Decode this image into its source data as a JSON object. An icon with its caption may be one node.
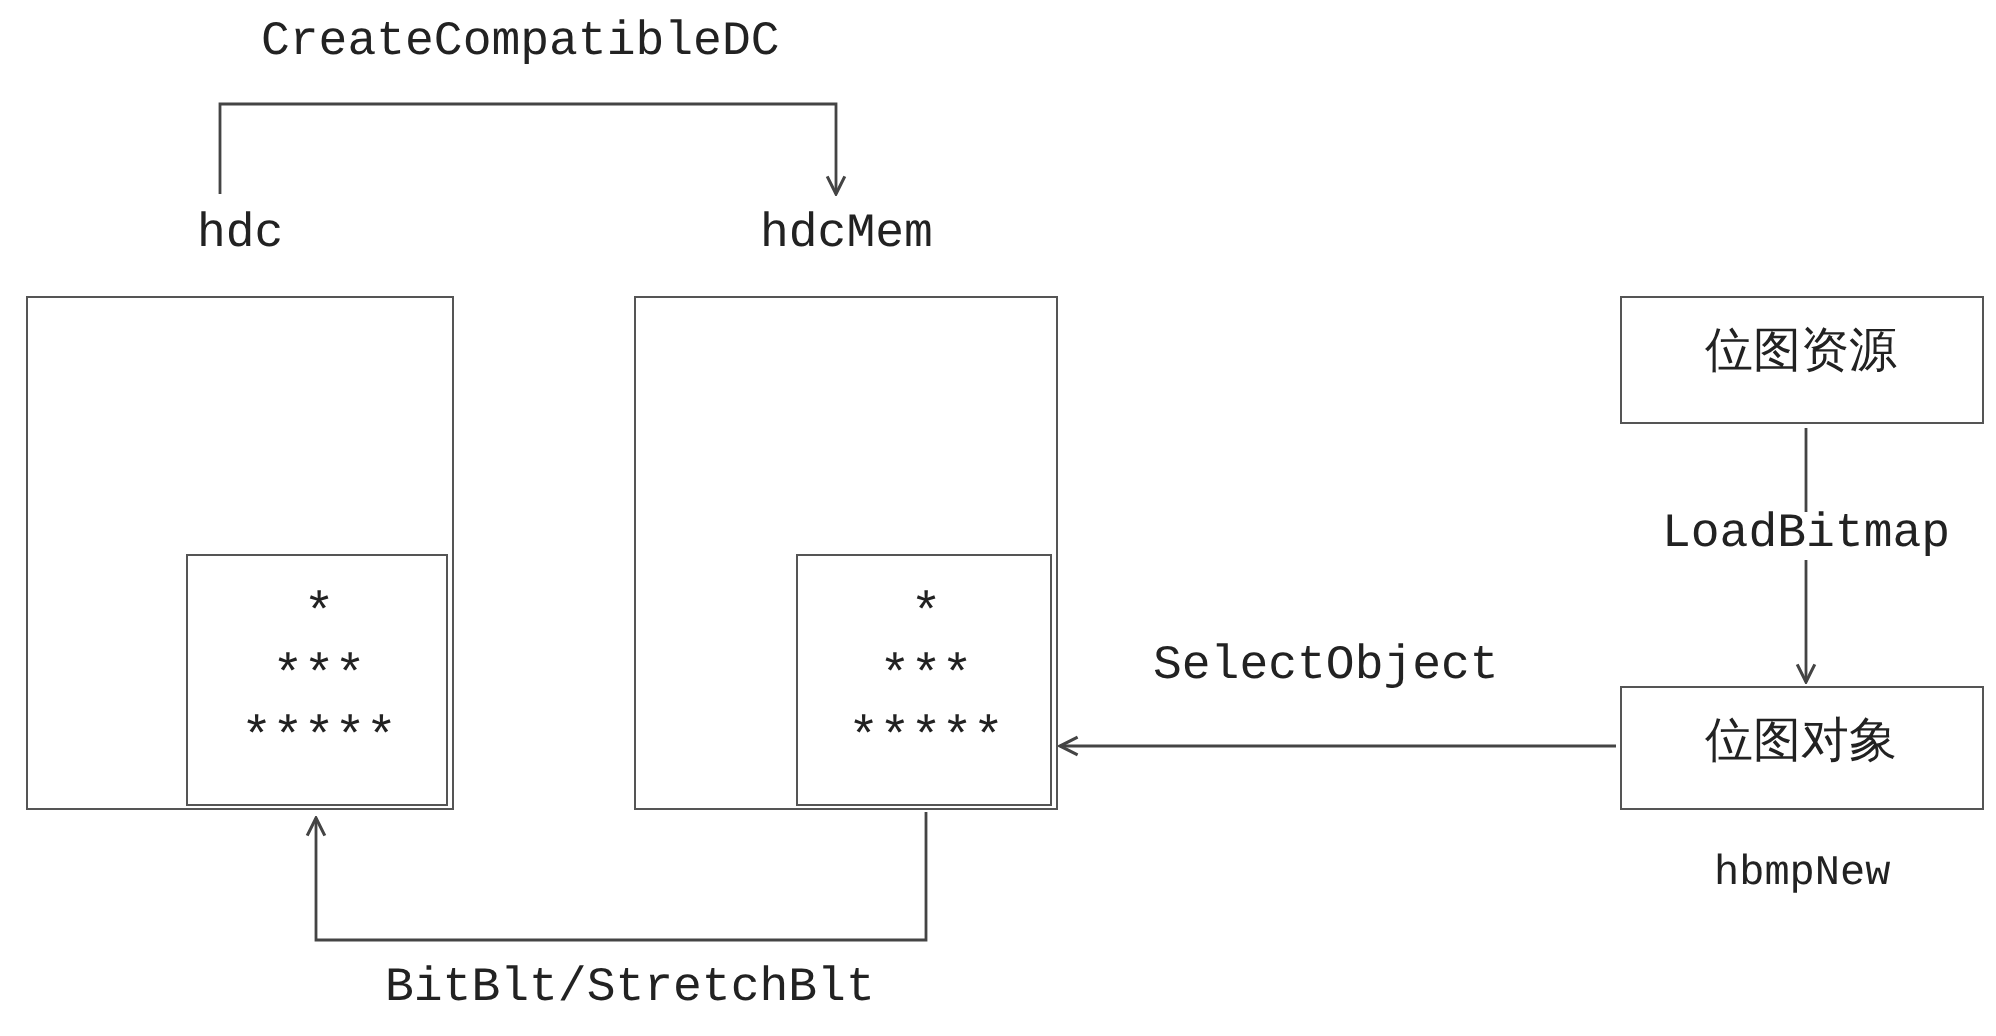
{
  "diagram": {
    "nodes": [
      {
        "text": [
          "hdc"
        ]
      },
      {
        "text": [
          "* *** *****"
        ],
        "in": 0
      },
      {
        "text": [
          "hdcMem"
        ]
      },
      {
        "text": [
          "* *** *****"
        ],
        "in": 2
      },
      {
        "text": [
          "位图资源"
        ]
      },
      {
        "text": [
          "位图对象"
        ],
        "beside": [
          "hbmpNew"
        ]
      }
    ],
    "edges": [
      {
        "from": 0,
        "to": 2,
        "arrow": "to",
        "label": "CreateCompatibleDC"
      },
      {
        "from": 3,
        "to": 1,
        "arrow": "to",
        "label": "BitBlt/StretchBlt"
      },
      {
        "from": 4,
        "to": 5,
        "arrow": "to",
        "label": "LoadBitmap"
      },
      {
        "from": 5,
        "to": 3,
        "arrow": "to",
        "label": "SelectObject"
      }
    ]
  }
}
